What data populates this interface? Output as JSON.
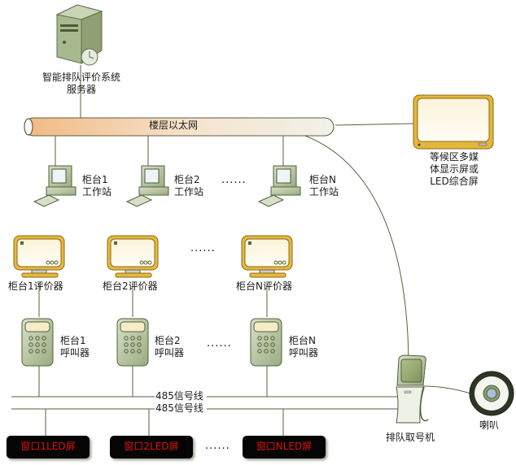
{
  "server": {
    "label_line1": "智能排队评价系统",
    "label_line2": "服务器",
    "icon": "server-icon"
  },
  "network": {
    "label": "楼层以太网",
    "icon": "ethernet-pipe"
  },
  "waiting_display": {
    "label_line1": "等候区多媒",
    "label_line2": "体显示屏或",
    "label_line3": "LED综合屏",
    "icon": "display-screen-icon"
  },
  "workstations": [
    {
      "label_line1": "柜台1",
      "label_line2": "工作站"
    },
    {
      "label_line1": "柜台2",
      "label_line2": "工作站"
    },
    {
      "label_line1": "柜台N",
      "label_line2": "工作站"
    }
  ],
  "evaluators": [
    {
      "label": "柜台1评价器"
    },
    {
      "label": "柜台2评价器"
    },
    {
      "label": "柜台N评价器"
    }
  ],
  "callers": [
    {
      "label_line1": "柜台1",
      "label_line2": "呼叫器"
    },
    {
      "label_line1": "柜台2",
      "label_line2": "呼叫器"
    },
    {
      "label_line1": "柜台N",
      "label_line2": "呼叫器"
    }
  ],
  "signal_lines": [
    {
      "label": "485信号线"
    },
    {
      "label": "485信号线"
    }
  ],
  "led_screens": [
    {
      "label": "窗口1LED屏"
    },
    {
      "label": "窗口2LED屏"
    },
    {
      "label": "窗口NLED屏"
    }
  ],
  "ticket_machine": {
    "label": "排队取号机",
    "icon": "kiosk-icon"
  },
  "speaker": {
    "label": "喇叭",
    "icon": "speaker-icon"
  },
  "ellipsis": "......",
  "colors": {
    "led_text": "#e01010",
    "line": "#5a5a3a",
    "pipe": "#f3c28e",
    "device": "#b9c7a2",
    "evaluator": "#e8b83a"
  }
}
